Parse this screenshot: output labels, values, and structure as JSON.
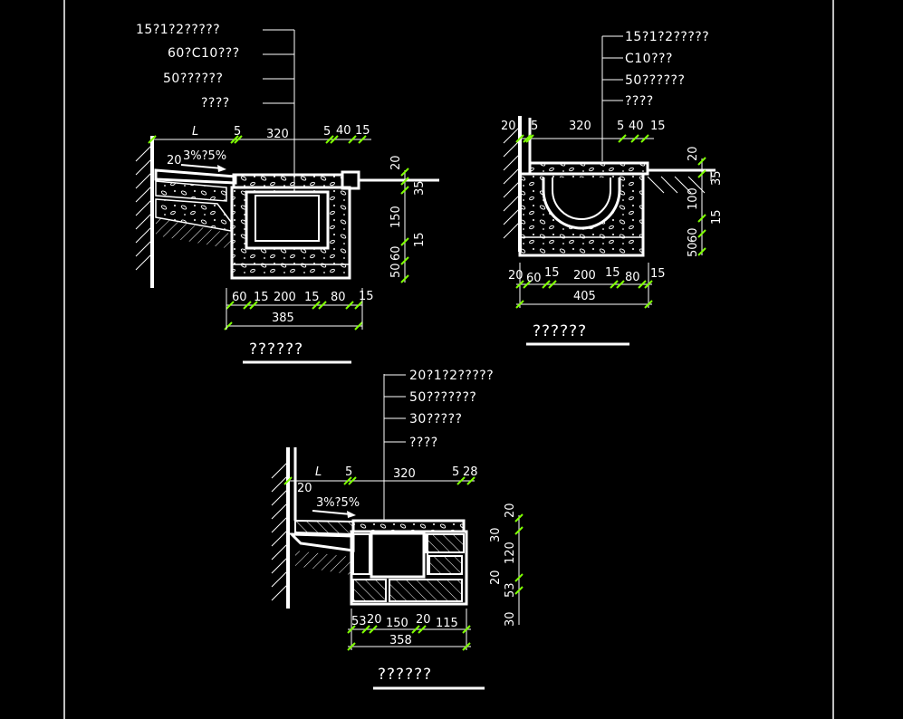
{
  "sections": [
    {
      "title": "??????",
      "layers": [
        "15?1?2?????",
        "60?C10???",
        "50??????",
        "????"
      ],
      "dims": {
        "top": [
          "L",
          "5",
          "320",
          "5",
          "40",
          "15"
        ],
        "slope": "3%?5%",
        "left": "20",
        "right": [
          "20",
          "35",
          "150",
          "15",
          "50",
          "60"
        ],
        "bottom": [
          "60",
          "15",
          "200",
          "15",
          "80",
          "15"
        ],
        "total": "385"
      }
    },
    {
      "title": "??????",
      "layers": [
        "15?1?2?????",
        "C10???",
        "50??????",
        "????"
      ],
      "dims": {
        "top": [
          "20",
          "5",
          "320",
          "5",
          "40",
          "15"
        ],
        "right": [
          "20",
          "35",
          "100",
          "15",
          "50",
          "60"
        ],
        "bottom": [
          "20",
          "60",
          "15",
          "200",
          "15",
          "80",
          "15"
        ],
        "total": "405"
      }
    },
    {
      "title": "??????",
      "layers": [
        "20?1?2?????",
        "50???????",
        "30?????",
        "????"
      ],
      "dims": {
        "top": [
          "L",
          "5",
          "320",
          "5",
          "28"
        ],
        "slope": "3%?5%",
        "left": "20",
        "right": [
          "20",
          "30",
          "120",
          "20",
          "53",
          "30"
        ],
        "bottom": [
          "53",
          "20",
          "150",
          "20",
          "115"
        ],
        "total": "358"
      }
    }
  ]
}
